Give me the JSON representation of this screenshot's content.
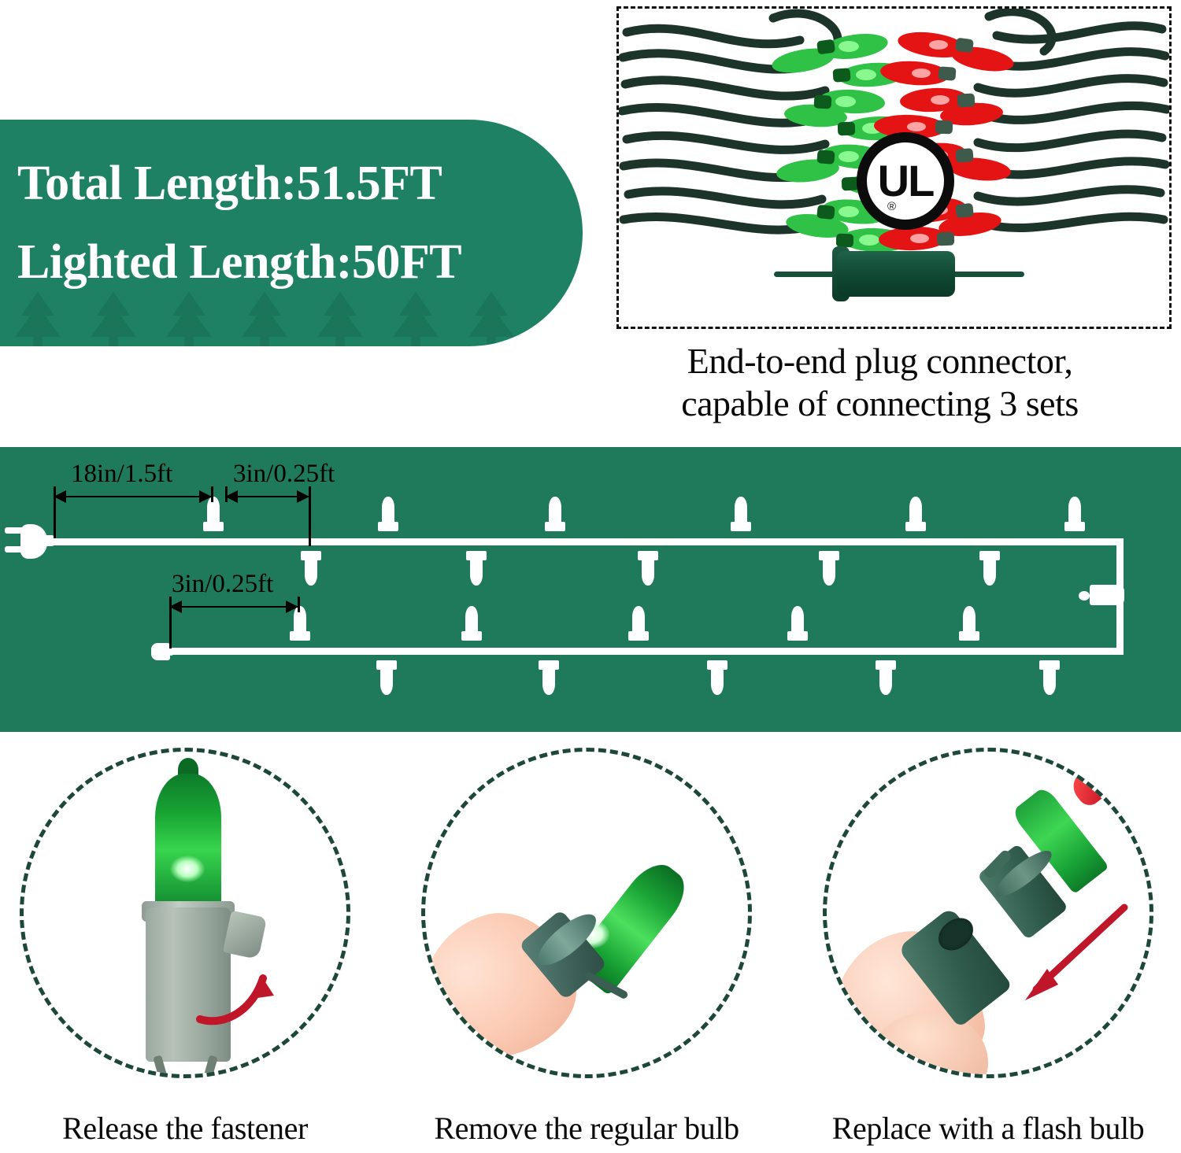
{
  "banner": {
    "line1": "Total Length:51.5FT",
    "line2": "Lighted Length:50FT",
    "bg_color": "#1f8163"
  },
  "photo_panel": {
    "alt_left": "green-mini-bulb-bundle",
    "alt_right": "red-mini-bulb-bundle",
    "certification": {
      "mark": "UL",
      "registered_symbol": "®"
    },
    "connector_name": "end-to-end-plug-connector"
  },
  "photo_caption": {
    "line1": "End-to-end plug connector,",
    "line2": "capable of connecting 3 sets"
  },
  "diagram": {
    "bg_color": "#1f7a5c",
    "measurements": [
      {
        "id": "lead-length",
        "label": "18in/1.5ft"
      },
      {
        "id": "bulb-spacing-top",
        "label": "3in/0.25ft"
      },
      {
        "id": "bulb-spacing-bottom",
        "label": "3in/0.25ft"
      }
    ],
    "plug_icon": "wall-plug-icon",
    "end_connector": "female-end-connector"
  },
  "steps": [
    {
      "id": "release-fastener",
      "caption": "Release the fastener",
      "art": "green-bulb-in-grey-socket-with-red-curved-arrow",
      "arrow_color": "#c0162a"
    },
    {
      "id": "remove-regular-bulb",
      "caption": "Remove the regular bulb",
      "art": "fingertip-holding-green-bulb",
      "arrow_color": "#c0162a"
    },
    {
      "id": "replace-with-flash-bulb",
      "caption": "Replace with a flash bulb",
      "art": "flash-bulb-red-tip-inserted-into-socket-with-red-arrow",
      "arrow_color": "#c0162a"
    }
  ],
  "colors": {
    "banner_green": "#1f8163",
    "diagram_green": "#1f7a5c",
    "dashed_circle": "#1d4739",
    "text_black": "#0a0a0a",
    "bulb_green": "#2fc247",
    "bulb_red": "#e51414"
  }
}
